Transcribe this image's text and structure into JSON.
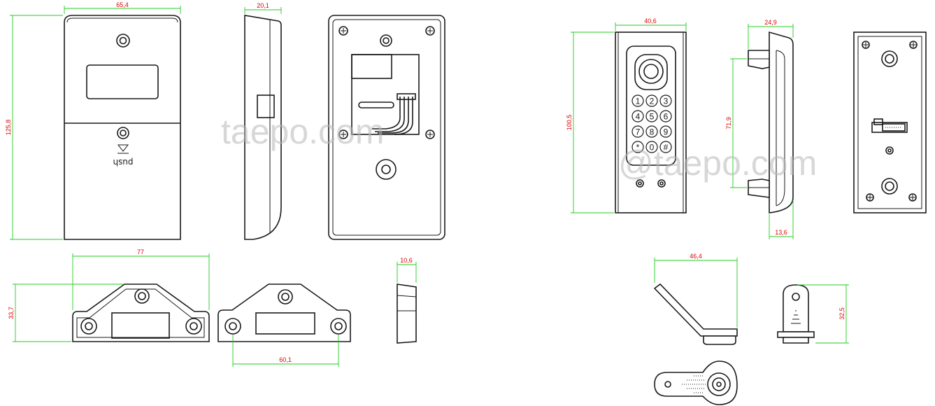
{
  "dimensions": {
    "front_width": "65,4",
    "front_height": "125,8",
    "side_width": "20,1",
    "base_width": "77",
    "base_height": "33,7",
    "hole_spacing": "60,1",
    "base_thickness": "10,6",
    "keypad_width": "40,6",
    "keypad_height": "100,5",
    "keypad_depth": "24,9",
    "bracket_spacing": "71,9",
    "bracket_depth": "13,6",
    "key_width": "46,4",
    "key_height": "32,5"
  },
  "labels": {
    "push_text": "push",
    "watermark_1": "taepo.com",
    "watermark_2": "@taepo.com"
  },
  "keypad": {
    "keys": [
      "1",
      "2",
      "3",
      "4",
      "5",
      "6",
      "7",
      "8",
      "9",
      "*",
      "0",
      "#"
    ]
  }
}
